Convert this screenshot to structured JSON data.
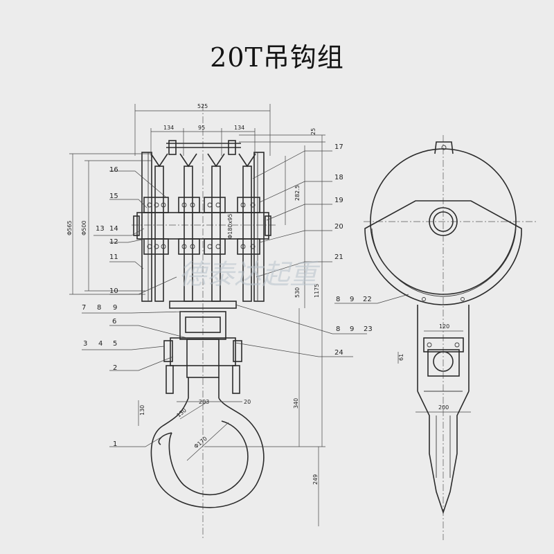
{
  "title": "20T吊钩组",
  "watermark": "德泰达起重",
  "dimensions": {
    "overall_width": "525",
    "pitch_left": "134",
    "pitch_mid": "95",
    "pitch_right": "134",
    "top_offset": "25",
    "height_2825": "282.5",
    "dia_565": "Φ565",
    "dia_500": "Φ500",
    "axle_dia": "Φ180x95",
    "len_530": "530",
    "len_1175": "1175",
    "len_340": "340",
    "hook_203": "203",
    "hook_20": "20",
    "hook_130_a": "130",
    "hook_130_b": "130",
    "hook_dia_170": "Φ170",
    "hook_249": "249",
    "side_120": "120",
    "side_61": "61",
    "side_200": "200"
  },
  "part_labels": {
    "p1": "1",
    "p2": "2",
    "p3": "3",
    "p4": "4",
    "p5": "5",
    "p6": "6",
    "p7": "7",
    "p8": "8",
    "p9": "9",
    "p10": "10",
    "p11": "11",
    "p12": "12",
    "p13": "13",
    "p14": "14",
    "p15": "15",
    "p16": "16",
    "p17": "17",
    "p18": "18",
    "p19": "19",
    "p20": "20",
    "p21": "21",
    "p22": "22",
    "p23": "23",
    "p24": "24"
  }
}
